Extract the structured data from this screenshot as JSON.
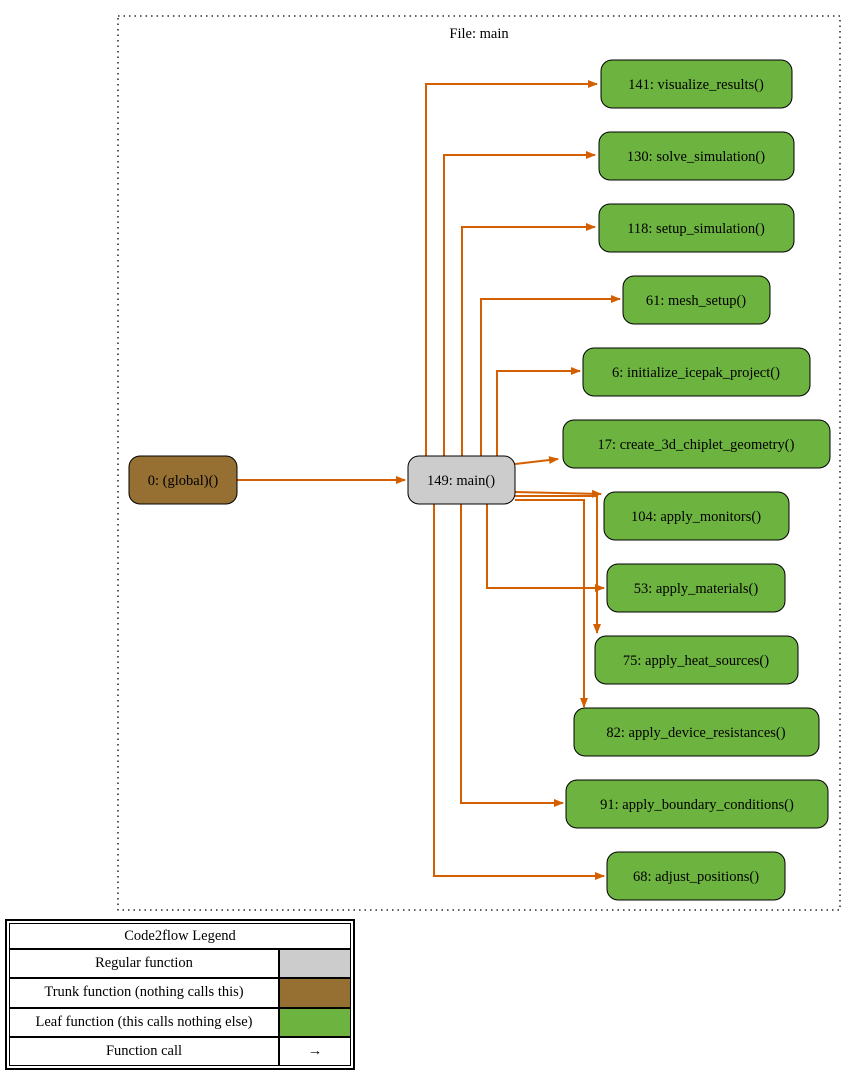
{
  "cluster": {
    "title": "File: main"
  },
  "colors": {
    "edge": "#d45f00",
    "regular": "#cccccc",
    "trunk": "#966f33",
    "leaf": "#6db33f"
  },
  "nodes": {
    "global": {
      "label": "0: (global)()",
      "kind": "trunk"
    },
    "main": {
      "label": "149: main()",
      "kind": "regular"
    },
    "visualize": {
      "label": "141: visualize_results()",
      "kind": "leaf"
    },
    "solve": {
      "label": "130: solve_simulation()",
      "kind": "leaf"
    },
    "setup": {
      "label": "118: setup_simulation()",
      "kind": "leaf"
    },
    "mesh": {
      "label": "61: mesh_setup()",
      "kind": "leaf"
    },
    "init": {
      "label": "6: initialize_icepak_project()",
      "kind": "leaf"
    },
    "geometry": {
      "label": "17: create_3d_chiplet_geometry()",
      "kind": "leaf"
    },
    "monitors": {
      "label": "104: apply_monitors()",
      "kind": "leaf"
    },
    "materials": {
      "label": "53: apply_materials()",
      "kind": "leaf"
    },
    "heat": {
      "label": "75: apply_heat_sources()",
      "kind": "leaf"
    },
    "resist": {
      "label": "82: apply_device_resistances()",
      "kind": "leaf"
    },
    "boundary": {
      "label": "91: apply_boundary_conditions()",
      "kind": "leaf"
    },
    "adjust": {
      "label": "68: adjust_positions()",
      "kind": "leaf"
    }
  },
  "legend": {
    "title": "Code2flow Legend",
    "rows": [
      {
        "label": "Regular function"
      },
      {
        "label": "Trunk function (nothing calls this)"
      },
      {
        "label": "Leaf function (this calls nothing else)"
      },
      {
        "label": "Function call",
        "symbol": "→"
      }
    ]
  }
}
